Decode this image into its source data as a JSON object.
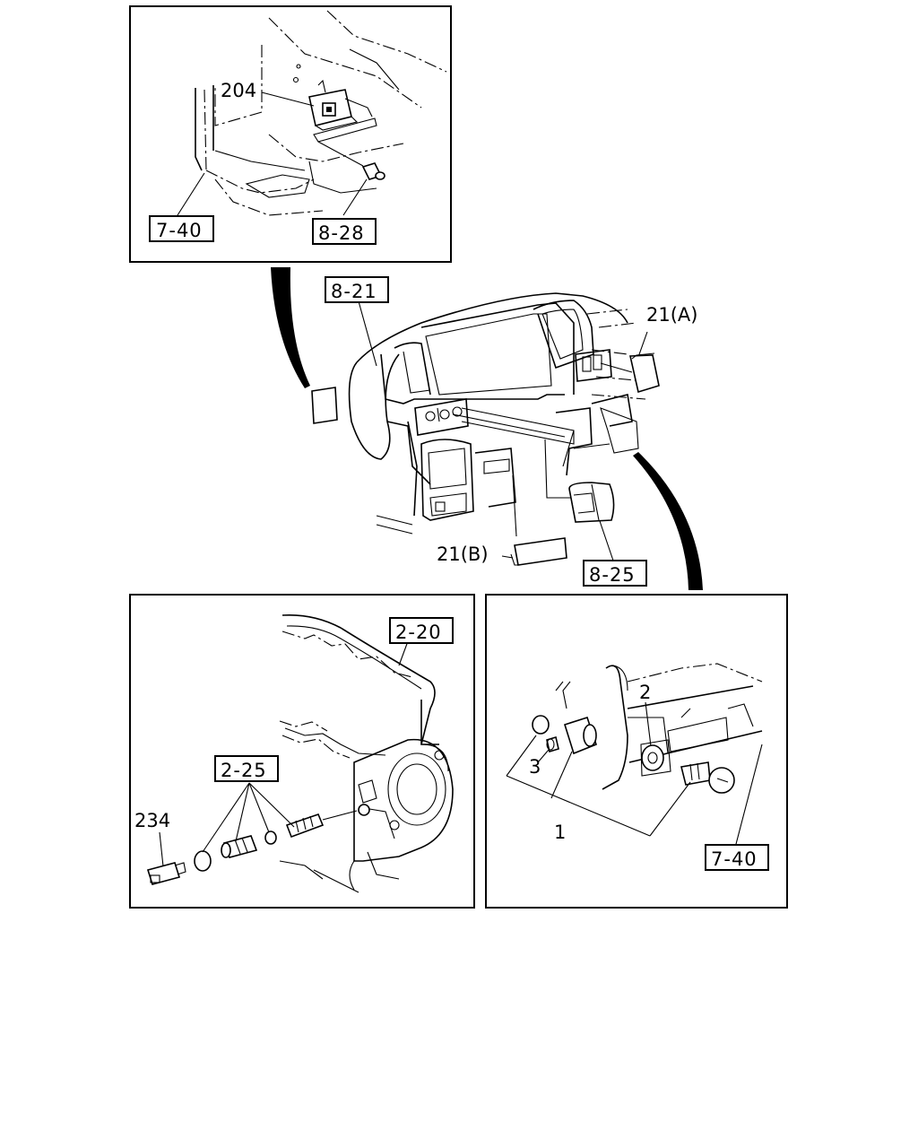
{
  "diagram": {
    "panels": {
      "top_left": {
        "part_labels": [
          "204"
        ],
        "ref_boxes": [
          "7-40",
          "8-28"
        ]
      },
      "center": {
        "part_labels": [
          "21(A)",
          "21(B)"
        ],
        "ref_boxes": [
          "8-21",
          "8-25"
        ]
      },
      "bottom_left": {
        "part_labels": [
          "234"
        ],
        "ref_boxes": [
          "2-20",
          "2-25"
        ]
      },
      "bottom_right": {
        "part_labels": [
          "2",
          "3",
          "1"
        ],
        "ref_boxes": [
          "7-40"
        ]
      }
    }
  }
}
